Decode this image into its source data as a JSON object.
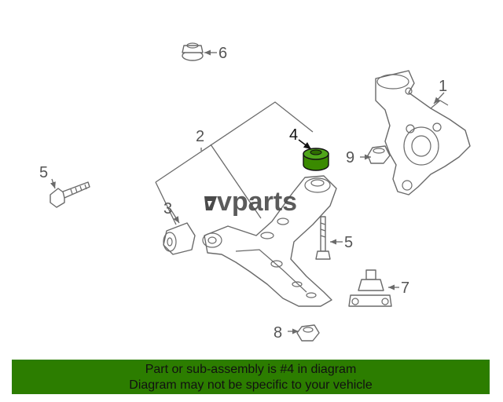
{
  "diagram": {
    "callouts": [
      "1",
      "2",
      "3",
      "4",
      "5",
      "5",
      "6",
      "7",
      "8",
      "9"
    ],
    "highlight_callout": "4"
  },
  "watermark": {
    "text": "vparts"
  },
  "footer": {
    "line1": "Part or sub-assembly is #4 in diagram",
    "line2": "Diagram may not be specific to your vehicle"
  },
  "colors": {
    "footer_bg": "#2c7d00",
    "highlight_part": "#3a8a00",
    "line_art": "#6a6a6a",
    "watermark": "#4a4a4a"
  }
}
